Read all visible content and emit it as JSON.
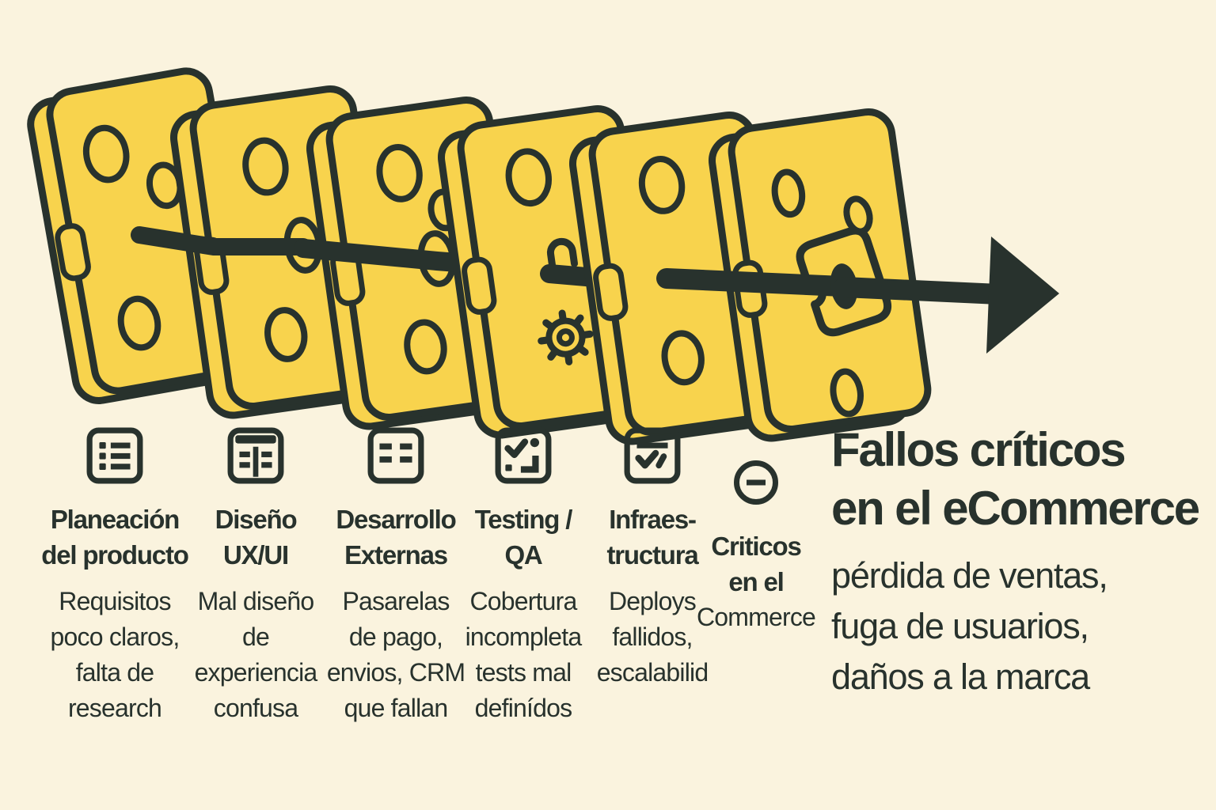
{
  "palette": {
    "background": "#faf3de",
    "tile_yellow": "#f8d34d",
    "ink": "#28322d"
  },
  "illustration": {
    "dominoes_count": 6,
    "arrow_direction": "right"
  },
  "steps": [
    {
      "icon": "list-icon",
      "title": "Planeación\ndel producto",
      "description": "Requisitos\npoco claros,\nfalta de\nresearch"
    },
    {
      "icon": "browser-layout-icon",
      "title": "Diseño\nUX/UI",
      "description": "Mal diseño\nde\nexperiencia\nconfusa"
    },
    {
      "icon": "rows-icon",
      "title": "Desarrollo\nExternas",
      "description": "Pasarelas\nde pago,\nenvios, CRM\nque fallan"
    },
    {
      "icon": "test-check-icon",
      "title": "Testing /\nQA",
      "description": "Cobertura\nincompleta\ntests mal\ndefinídos"
    },
    {
      "icon": "checklist-icon",
      "title": "Infraes-\ntructura",
      "description": "Deploys\nfallidos,\nescalabilid"
    },
    {
      "icon": "circle-minus-icon",
      "title": "Criticos\nen el",
      "description": "Commerce"
    }
  ],
  "result": {
    "title": "Fallos críticos\nen el eCommerce",
    "subtitle": "pérdida de ventas,\nfuga de usuarios,\ndaños a la marca"
  }
}
